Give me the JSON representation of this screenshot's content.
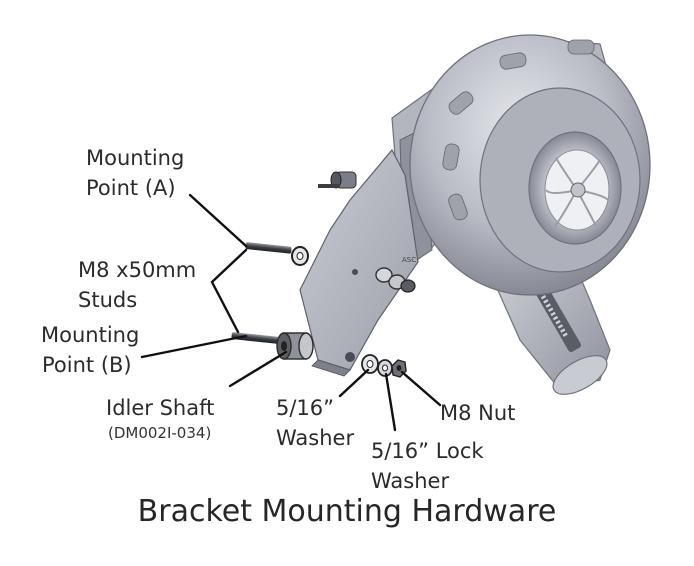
{
  "labels": {
    "mount_a_line1": "Mounting",
    "mount_a_line2": "Point (A)",
    "studs_line1": "M8 x50mm",
    "studs_line2": "Studs",
    "mount_b_line1": "Mounting",
    "mount_b_line2": "Point (B)",
    "idler_line1": "Idler Shaft",
    "idler_line2": "(DM002I-034)",
    "washer_line1": "5/16”",
    "washer_line2": "Washer",
    "lock_line1": "5/16” Lock",
    "lock_line2": "Washer",
    "nut": "M8 Nut"
  },
  "caption": "Bracket Mounting Hardware",
  "colors": {
    "metal_light": "#d6d8de",
    "metal_mid": "#a9acb6",
    "metal_dark": "#6c6f7a",
    "leader": "#111111"
  }
}
